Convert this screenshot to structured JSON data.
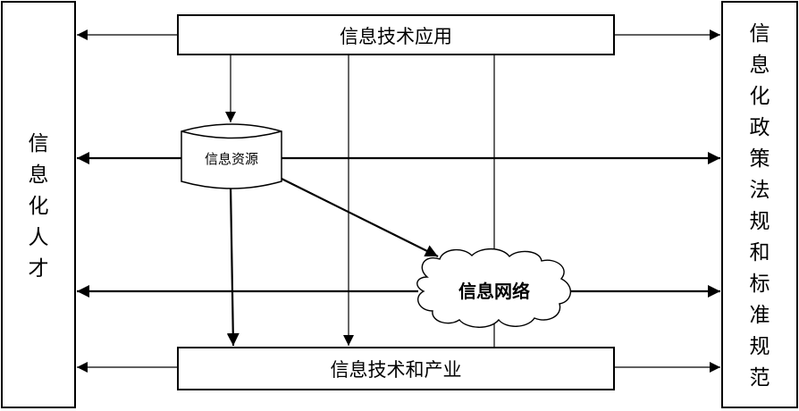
{
  "nodes": {
    "app": "信息技术应用",
    "resources": "信息资源",
    "network": "信息网络",
    "industry": "信息技术和产业",
    "talent": [
      "信",
      "息",
      "化",
      "人",
      "才"
    ],
    "policy": [
      "信",
      "息",
      "化",
      "政",
      "策",
      "法",
      "规",
      "和",
      "标",
      "准",
      "规",
      "范"
    ]
  }
}
